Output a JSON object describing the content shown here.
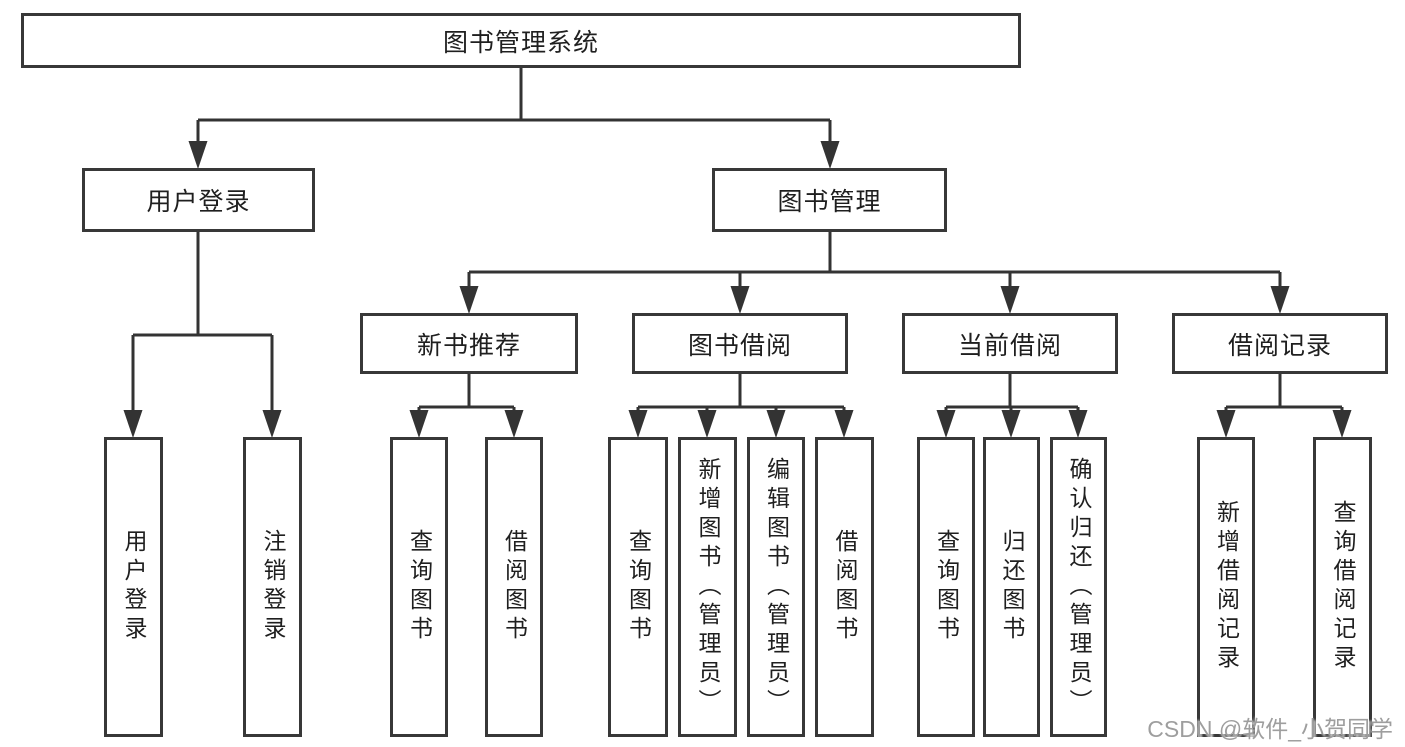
{
  "tree": {
    "label": "图书管理系统",
    "children": [
      {
        "label": "用户登录",
        "children": [
          {
            "label": "用户登录"
          },
          {
            "label": "注销登录"
          }
        ]
      },
      {
        "label": "图书管理",
        "children": [
          {
            "label": "新书推荐",
            "children": [
              {
                "label": "查询图书"
              },
              {
                "label": "借阅图书"
              }
            ]
          },
          {
            "label": "图书借阅",
            "children": [
              {
                "label": "查询图书"
              },
              {
                "label": "新增图书（管理员）"
              },
              {
                "label": "编辑图书（管理员）"
              },
              {
                "label": "借阅图书"
              }
            ]
          },
          {
            "label": "当前借阅",
            "children": [
              {
                "label": "查询图书"
              },
              {
                "label": "归还图书"
              },
              {
                "label": "确认归还（管理员）"
              }
            ]
          },
          {
            "label": "借阅记录",
            "children": [
              {
                "label": "新增借阅记录"
              },
              {
                "label": "查询借阅记录"
              }
            ]
          }
        ]
      }
    ]
  },
  "watermark": {
    "text": "CSDN @软件_小贺同学"
  },
  "colors": {
    "line": "#333333",
    "box_border": "#383838",
    "text": "#1f1f1f",
    "watermark": "#9e9e9e",
    "background": "#ffffff"
  }
}
